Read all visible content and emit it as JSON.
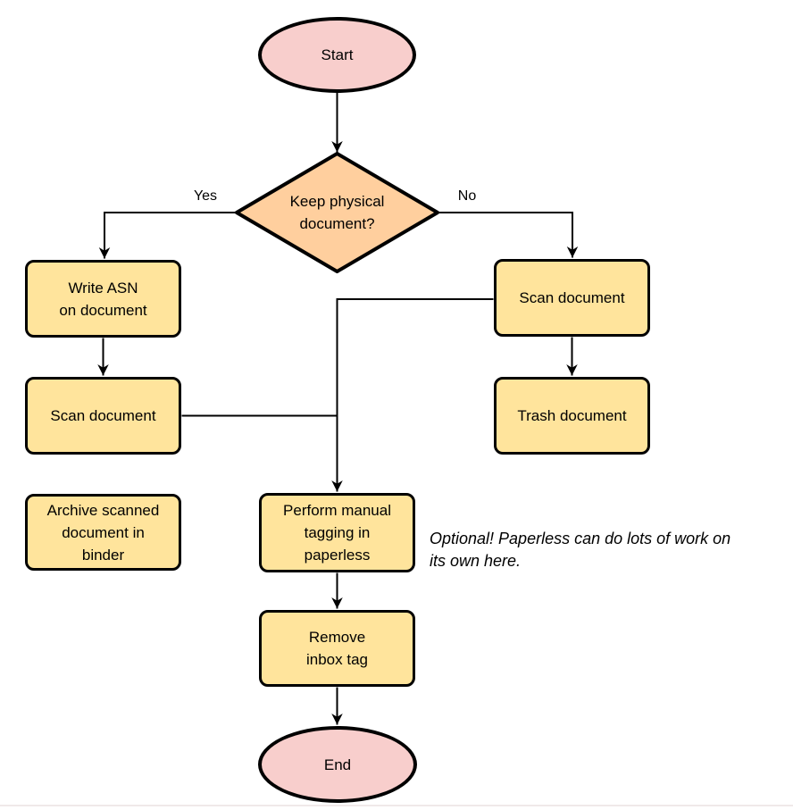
{
  "diagram": {
    "type": "flowchart",
    "nodes": {
      "start": {
        "label": "Start",
        "shape": "terminal"
      },
      "decision": {
        "label": "Keep physical\ndocument?",
        "shape": "decision"
      },
      "write_asn": {
        "label": "Write ASN\non document",
        "shape": "process"
      },
      "scan_left": {
        "label": "Scan document",
        "shape": "process"
      },
      "archive": {
        "label": "Archive scanned\ndocument in\nbinder",
        "shape": "process"
      },
      "scan_right": {
        "label": "Scan document",
        "shape": "process"
      },
      "trash": {
        "label": "Trash document",
        "shape": "process"
      },
      "perform_tagging": {
        "label": "Perform manual\ntagging in\npaperless",
        "shape": "process"
      },
      "remove_inbox": {
        "label": "Remove\ninbox tag",
        "shape": "process"
      },
      "end": {
        "label": "End",
        "shape": "terminal"
      }
    },
    "edge_labels": {
      "yes": "Yes",
      "no": "No"
    },
    "annotation": "Optional! Paperless can do lots of work on\nits own here.",
    "colors": {
      "terminal_fill": "#f8cecc",
      "process_fill": "#ffe49c",
      "decision_fill": "#ffcf9e",
      "border": "#000000",
      "edge": "#000000",
      "text": "#000000",
      "bottom_divider": "#f0e9e9"
    }
  }
}
